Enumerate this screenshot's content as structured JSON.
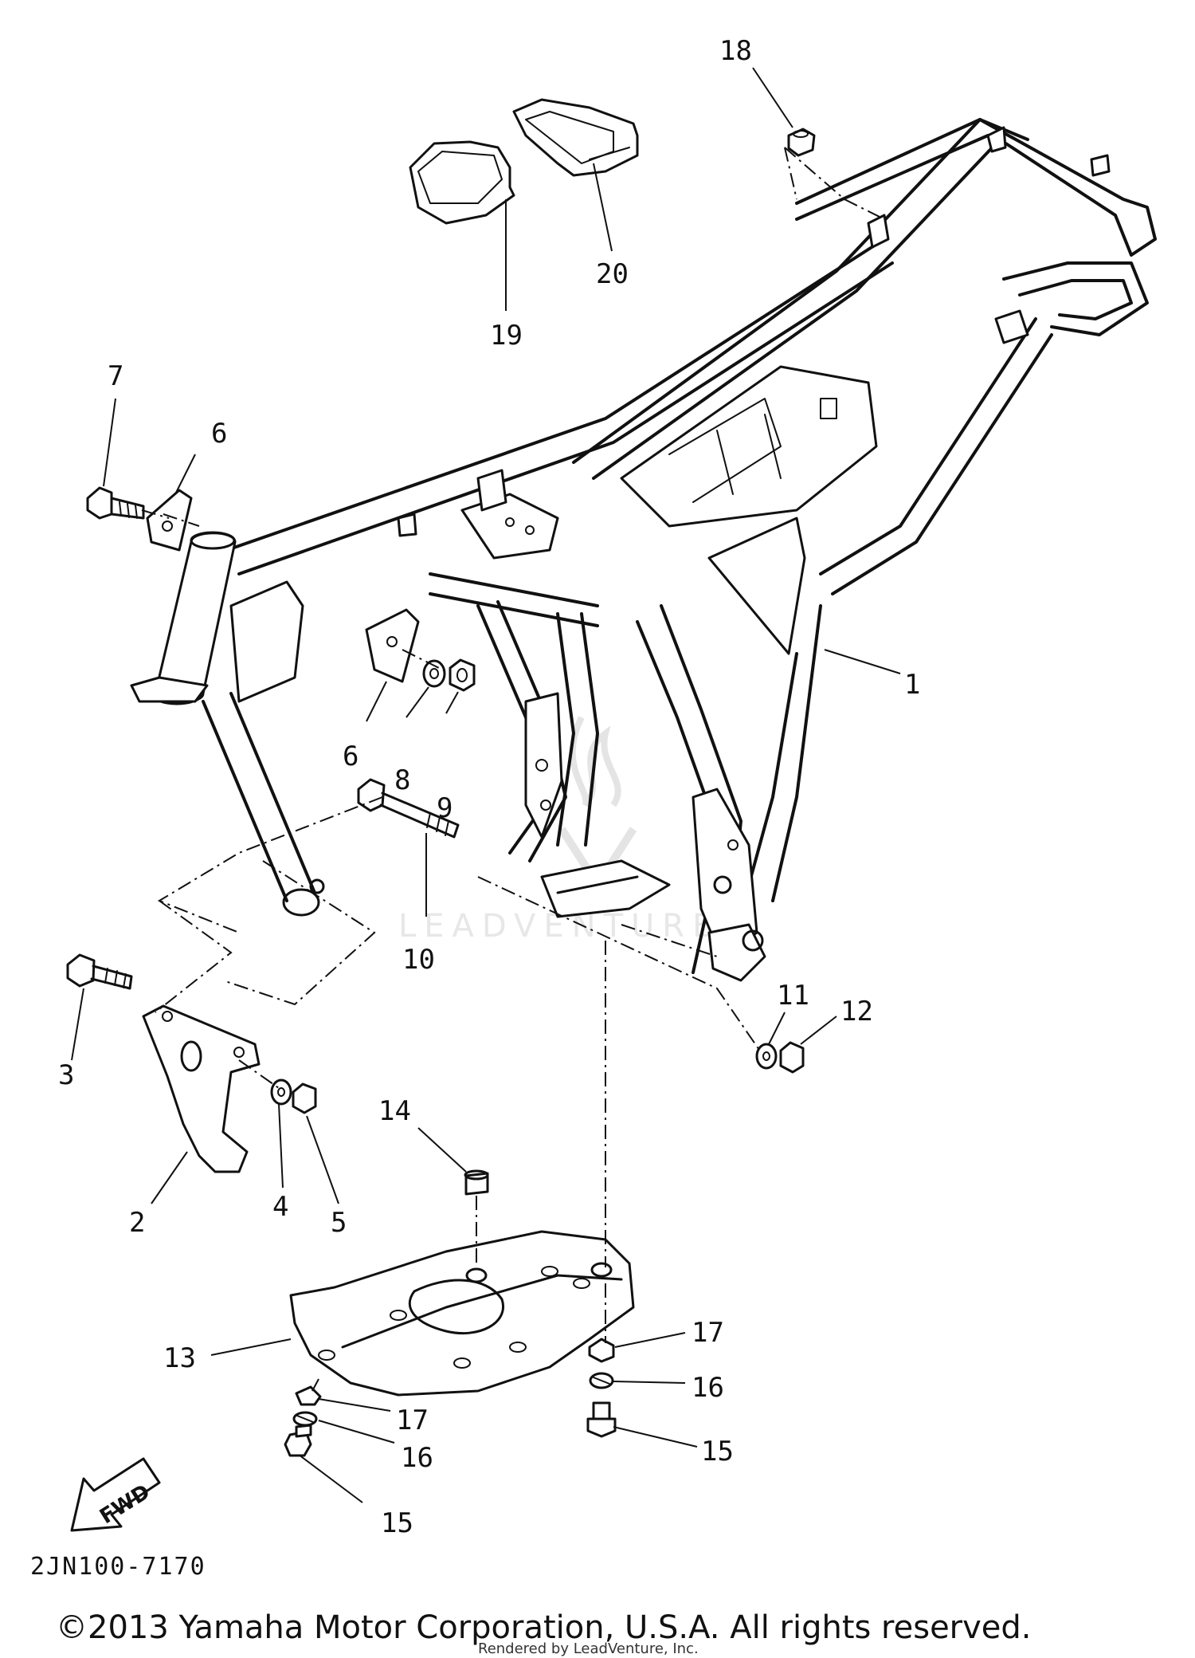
{
  "diagram": {
    "callouts": [
      {
        "id": "c1",
        "text": "1"
      },
      {
        "id": "c2",
        "text": "2"
      },
      {
        "id": "c3",
        "text": "3"
      },
      {
        "id": "c4",
        "text": "4"
      },
      {
        "id": "c5",
        "text": "5"
      },
      {
        "id": "c6a",
        "text": "6"
      },
      {
        "id": "c6b",
        "text": "6"
      },
      {
        "id": "c7",
        "text": "7"
      },
      {
        "id": "c8",
        "text": "8"
      },
      {
        "id": "c9",
        "text": "9"
      },
      {
        "id": "c10",
        "text": "10"
      },
      {
        "id": "c11",
        "text": "11"
      },
      {
        "id": "c12",
        "text": "12"
      },
      {
        "id": "c13",
        "text": "13"
      },
      {
        "id": "c14",
        "text": "14"
      },
      {
        "id": "c15a",
        "text": "15"
      },
      {
        "id": "c15b",
        "text": "15"
      },
      {
        "id": "c16a",
        "text": "16"
      },
      {
        "id": "c16b",
        "text": "16"
      },
      {
        "id": "c17a",
        "text": "17"
      },
      {
        "id": "c17b",
        "text": "17"
      },
      {
        "id": "c18",
        "text": "18"
      },
      {
        "id": "c19",
        "text": "19"
      },
      {
        "id": "c20",
        "text": "20"
      }
    ],
    "fwd_label": "FWD",
    "part_code": "2JN100-7170",
    "watermark": "LEADVENTURE"
  },
  "footer": {
    "copyright": "©2013 Yamaha Motor Corporation, U.S.A. All rights reserved.",
    "credit": "Rendered by LeadVenture, Inc."
  },
  "colors": {
    "line": "#111111",
    "background": "#ffffff",
    "watermark": "#e7e7e7"
  }
}
